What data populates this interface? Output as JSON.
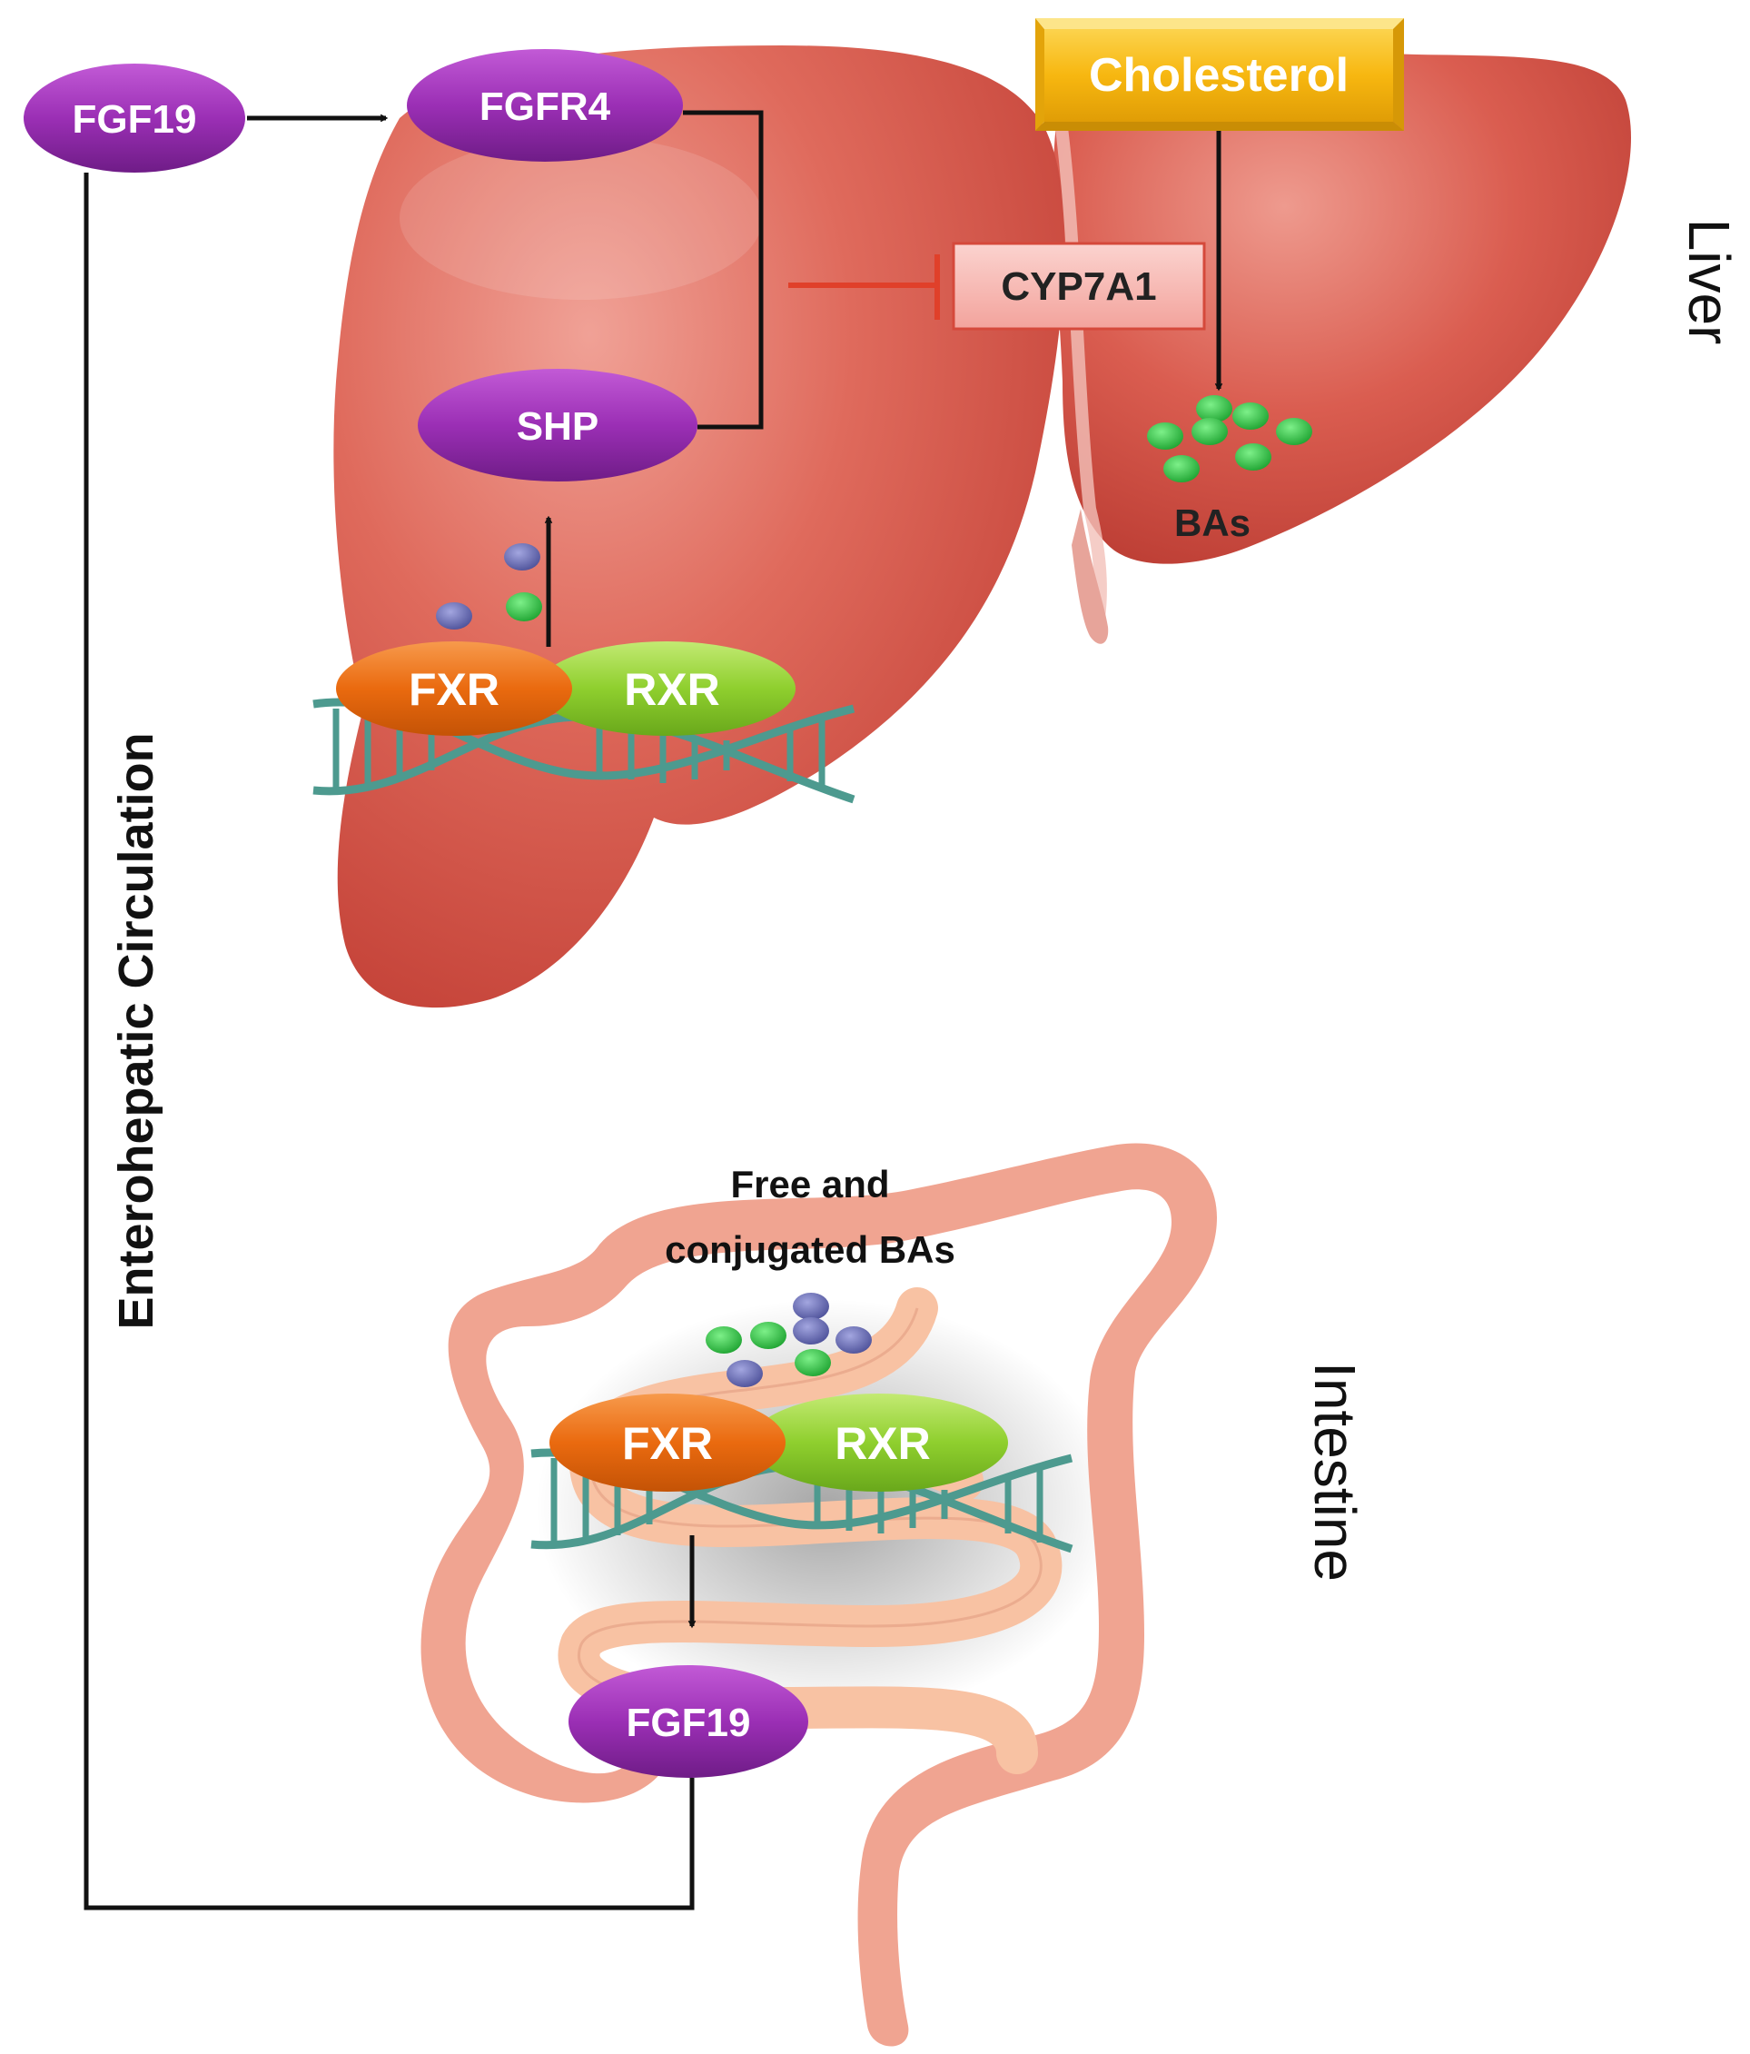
{
  "diagram": {
    "colors": {
      "liver": "#d9574a",
      "liver_light": "#ee9a8e",
      "intestine": "#f0a491",
      "small_intestine": "#f8c2a3",
      "purple": "#9b2fb5",
      "fxr": "#ea6a0f",
      "rxr": "#8fcf2e",
      "cholesterol": "#f7b710",
      "cyp_fill": "#f6b1ab",
      "inhibit_red": "#e0402a",
      "dna": "#4d9a8f",
      "ba_green": "#2fc341",
      "ba_blue": "#6b6fb5"
    },
    "liver": {
      "organ_label": "Liver",
      "fgf19_label": "FGF19",
      "fgfr4_label": "FGFR4",
      "shp_label": "SHP",
      "cholesterol_label": "Cholesterol",
      "cyp7a1_label": "CYP7A1",
      "bas_label": "BAs",
      "fxr_label": "FXR",
      "rxr_label": "RXR"
    },
    "intestine": {
      "organ_label": "Intestine",
      "bas_label_line1": "Free and",
      "bas_label_line2": "conjugated BAs",
      "fxr_label": "FXR",
      "rxr_label": "RXR",
      "fgf19_label": "FGF19"
    },
    "circulation_label": "Enterohepatic Circulation"
  }
}
